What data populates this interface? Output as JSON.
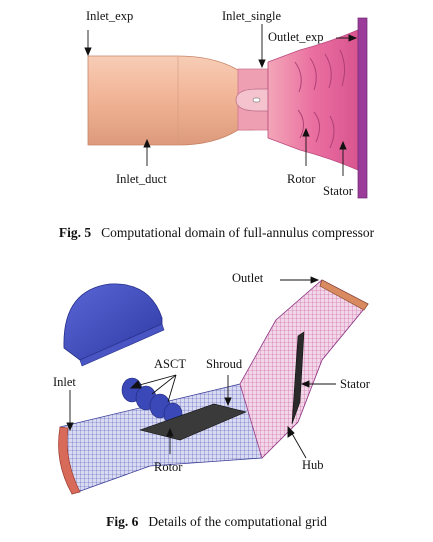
{
  "figure5": {
    "labels": {
      "inlet_exp": "Inlet_exp",
      "inlet_single": "Inlet_single",
      "outlet_exp": "Outlet_exp",
      "inlet_duct": "Inlet_duct",
      "rotor": "Rotor",
      "stator": "Stator"
    },
    "caption_number": "Fig. 5",
    "caption_text": "Computational domain of full-annulus compressor"
  },
  "figure6": {
    "labels": {
      "outlet": "Outlet",
      "ascct": "ASCT",
      "shroud": "Shroud",
      "inlet": "Inlet",
      "stator": "Stator",
      "rotor": "Rotor",
      "hub": "Hub"
    },
    "caption_number": "Fig. 6",
    "caption_text": "Details of the computational grid"
  },
  "colors": {
    "duct": "#f0b49a",
    "rotor_pink": "#e8669a",
    "stator_purple": "#9b3c9b",
    "grid_blue": "#4d4fb0",
    "grid_pink": "#c9539c",
    "casing_blue": "#3a48b8"
  }
}
